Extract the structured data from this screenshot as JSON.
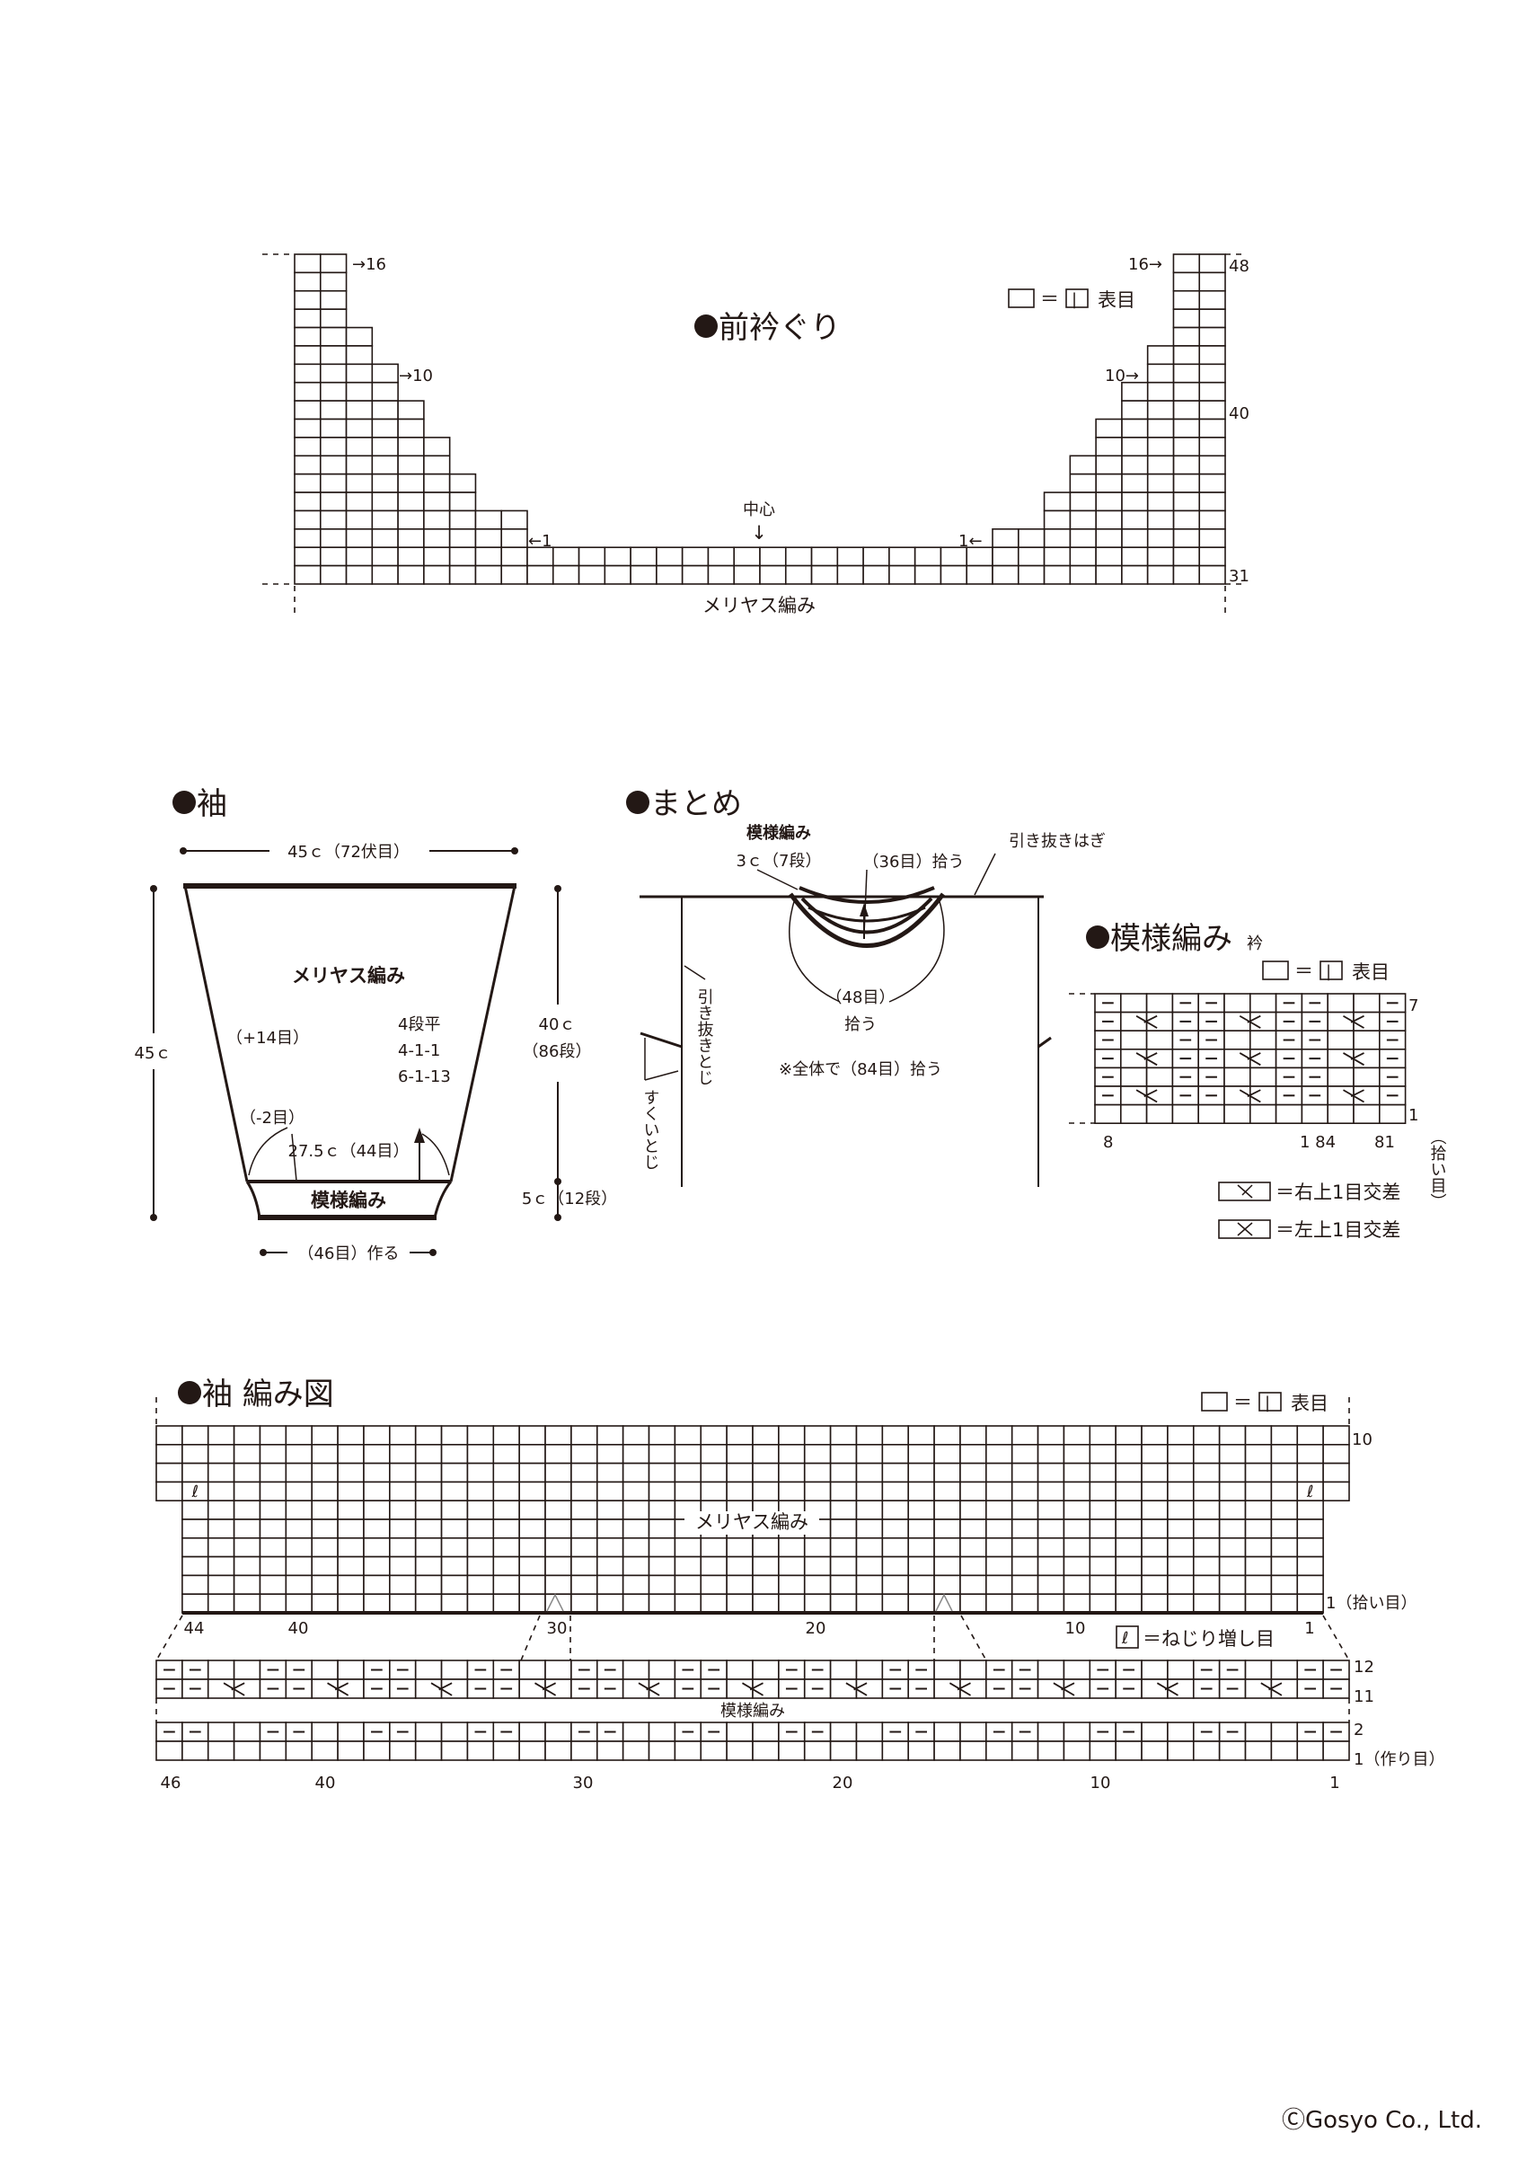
{
  "symbols": {
    "purl": "−",
    "knit": "|",
    "twist_increase": "ℓ",
    "bullet": "●",
    "down_arrow": "↓"
  },
  "legend": {
    "knit_label": "表目",
    "equals": "＝",
    "twist_increase_label": "＝ねじり増し目",
    "right_cross_label": "＝右上1目交差",
    "left_cross_label": "＝左上1目交差"
  },
  "neckline": {
    "title": "前衿ぐり",
    "center_label": "中心",
    "stitch_label": "メリヤス編み",
    "marks": {
      "left_16": "→16",
      "left_10": "→10",
      "left_1": "←1",
      "right_16": "16→",
      "right_10": "10→",
      "right_1": "1←"
    },
    "row_labels": {
      "top": "48",
      "mid": "40",
      "bottom": "31"
    },
    "total_stitches": 36,
    "rows_top_to_bottom": [
      [
        2,
        2
      ],
      [
        2,
        2
      ],
      [
        2,
        2
      ],
      [
        2,
        2
      ],
      [
        3,
        2
      ],
      [
        3,
        3
      ],
      [
        4,
        3
      ],
      [
        4,
        4
      ],
      [
        5,
        4
      ],
      [
        5,
        5
      ],
      [
        6,
        5
      ],
      [
        6,
        6
      ],
      [
        7,
        6
      ],
      [
        7,
        7
      ],
      [
        9,
        7
      ],
      [
        9,
        9
      ],
      [
        36,
        0
      ],
      [
        36,
        0
      ]
    ]
  },
  "sleeve": {
    "title": "袖",
    "top_width": "45ｃ（72伏目）",
    "height": "45ｃ",
    "body_stitch": "メリヤス編み",
    "increase": "（+14目）",
    "schedule": [
      "4段平",
      "4-1-1",
      "6-1-13"
    ],
    "body_length": "40ｃ",
    "body_rows": "（86段）",
    "decrease": "（-2目）",
    "lower_width": "27.5ｃ（44目）",
    "cuff_stitch": "模様編み",
    "cuff_length": "5ｃ（12段）",
    "cast_on": "（46目）作る"
  },
  "finishing": {
    "title": "まとめ",
    "collar_stitch": "模様編み",
    "collar_length": "3ｃ（7段）",
    "pick_back": "（36目）拾う",
    "shoulder_join": "引き抜きはぎ",
    "pick_front": "（48目）",
    "pick_front_2": "拾う",
    "total_note": "※全体で（84目）拾う",
    "side_join": "引き抜きとじ",
    "sleeve_join": "すくいとじ"
  },
  "collar_chart": {
    "title": "模様編み",
    "subtitle": "衿",
    "row_top": "7",
    "row_bottom": "1",
    "row_bottom_note": "（拾い目）",
    "col_labels": [
      "8",
      "1 84",
      "81"
    ]
  },
  "sleeve_chart": {
    "title": "袖 編み図",
    "upper_stitch": "メリヤス編み",
    "band_stitch": "模様編み",
    "upper_row_top": "10",
    "upper_row_bottom": "1（拾い目）",
    "upper_col_labels": [
      "44",
      "40",
      "30",
      "20",
      "10",
      "1"
    ],
    "band_rows": [
      "12",
      "11",
      "2",
      "1（作り目）"
    ],
    "band_col_labels": [
      "46",
      "40",
      "30",
      "20",
      "10",
      "1"
    ]
  },
  "copyright": "ⒸGosyo Co., Ltd."
}
